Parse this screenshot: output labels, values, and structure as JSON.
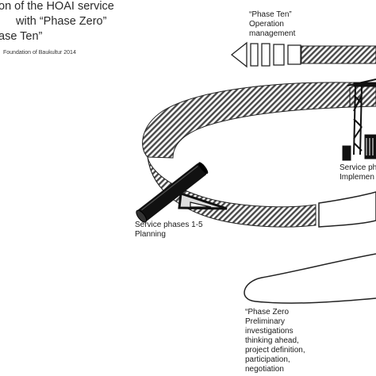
{
  "title": {
    "line1": "on of the HOAI service",
    "line2": "with “Phase Zero”",
    "line3": "ase Ten”"
  },
  "credit": "Foundation of Baukultur 2014",
  "phase_ten": {
    "line1": "“Phase Ten”",
    "line2": "Operation",
    "line3": "management"
  },
  "implementation": {
    "line1": "Service ph",
    "line2": "Implemen"
  },
  "planning": {
    "line1": "Service phases 1-5",
    "line2": "Planning"
  },
  "phase_zero": {
    "lines": [
      "“Phase Zero",
      "Preliminary",
      "investigations",
      "thinking ahead,",
      "project definition,",
      "participation,",
      "negotiation"
    ]
  }
}
